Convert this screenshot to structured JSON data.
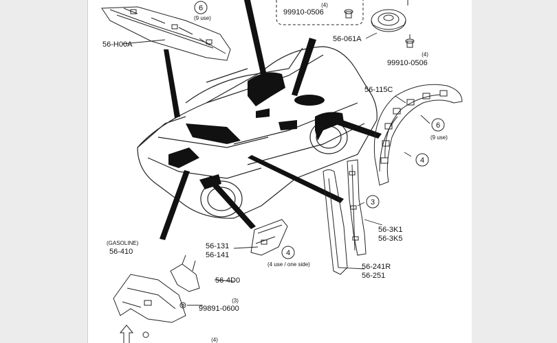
{
  "labels": {
    "h00a": "56-H00A",
    "c061a": "56-061A",
    "fastener_top_left": "99910-0506",
    "fastener_top_left_qty": "(4)",
    "fastener_right": "99910-0506",
    "fastener_right_qty": "(4)",
    "c115c": "56-115C",
    "note_9use_top": "(9 use)",
    "note_9use_right": "(9 use)",
    "c3k1": "56-3K1",
    "c3k5": "56-3K5",
    "c241r": "56-241R",
    "c251": "56-251",
    "c131": "56-131",
    "c141": "56-141",
    "note_4use": "(4 use / one side)",
    "gasoline": "(GASOLINE)",
    "c410": "56-410",
    "c4d0": "56-4D0",
    "fastener_bottom": "99891-0600",
    "fastener_bottom_qty": "(3)",
    "bottom_qty": "(4)"
  },
  "circled": {
    "six_top": "6",
    "six_right": "6",
    "four_right": "4",
    "three": "3",
    "four_mid": "4"
  },
  "colors": {
    "ink": "#111111",
    "band": "#ececec",
    "panel": "#ffffff"
  }
}
